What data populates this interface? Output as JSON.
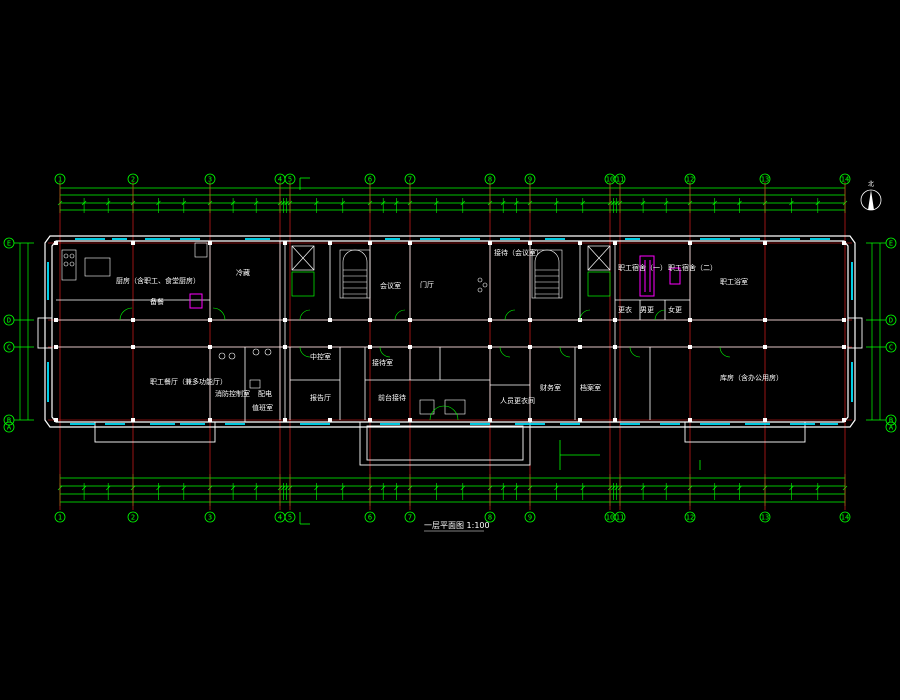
{
  "drawing": {
    "title": "一层平面图 1:100",
    "north_label": "北",
    "background": "#000000",
    "colors": {
      "wall": "#ffffff",
      "axis": "#ff2020",
      "dimension": "#00ff00",
      "window": "#00e5ff",
      "door": "#00ff00",
      "fixture": "#ff00ff",
      "text": "#ffffff",
      "outline": "#ff5050"
    }
  },
  "axes_horizontal": [
    "1",
    "2",
    "3",
    "4",
    "5",
    "6",
    "7",
    "8",
    "9",
    "10",
    "11",
    "12",
    "13",
    "14"
  ],
  "axes_vertical": [
    "E",
    "D",
    "C",
    "B",
    "A"
  ],
  "rooms": [
    "厨房（含职工、食堂厨房）",
    "冷藏",
    "备餐",
    "职工餐厅（兼多功能厅）",
    "消防控制室",
    "配电",
    "值班室",
    "中控室",
    "接待室",
    "门厅",
    "报告厅",
    "前台接待",
    "接待（会议室）",
    "会议室",
    "人员更衣间",
    "财务室",
    "档案室",
    "职工宿舍（一）",
    "职工宿舍（二）",
    "库房（含办公用房）",
    "职工浴室",
    "更衣",
    "男更",
    "女更"
  ]
}
